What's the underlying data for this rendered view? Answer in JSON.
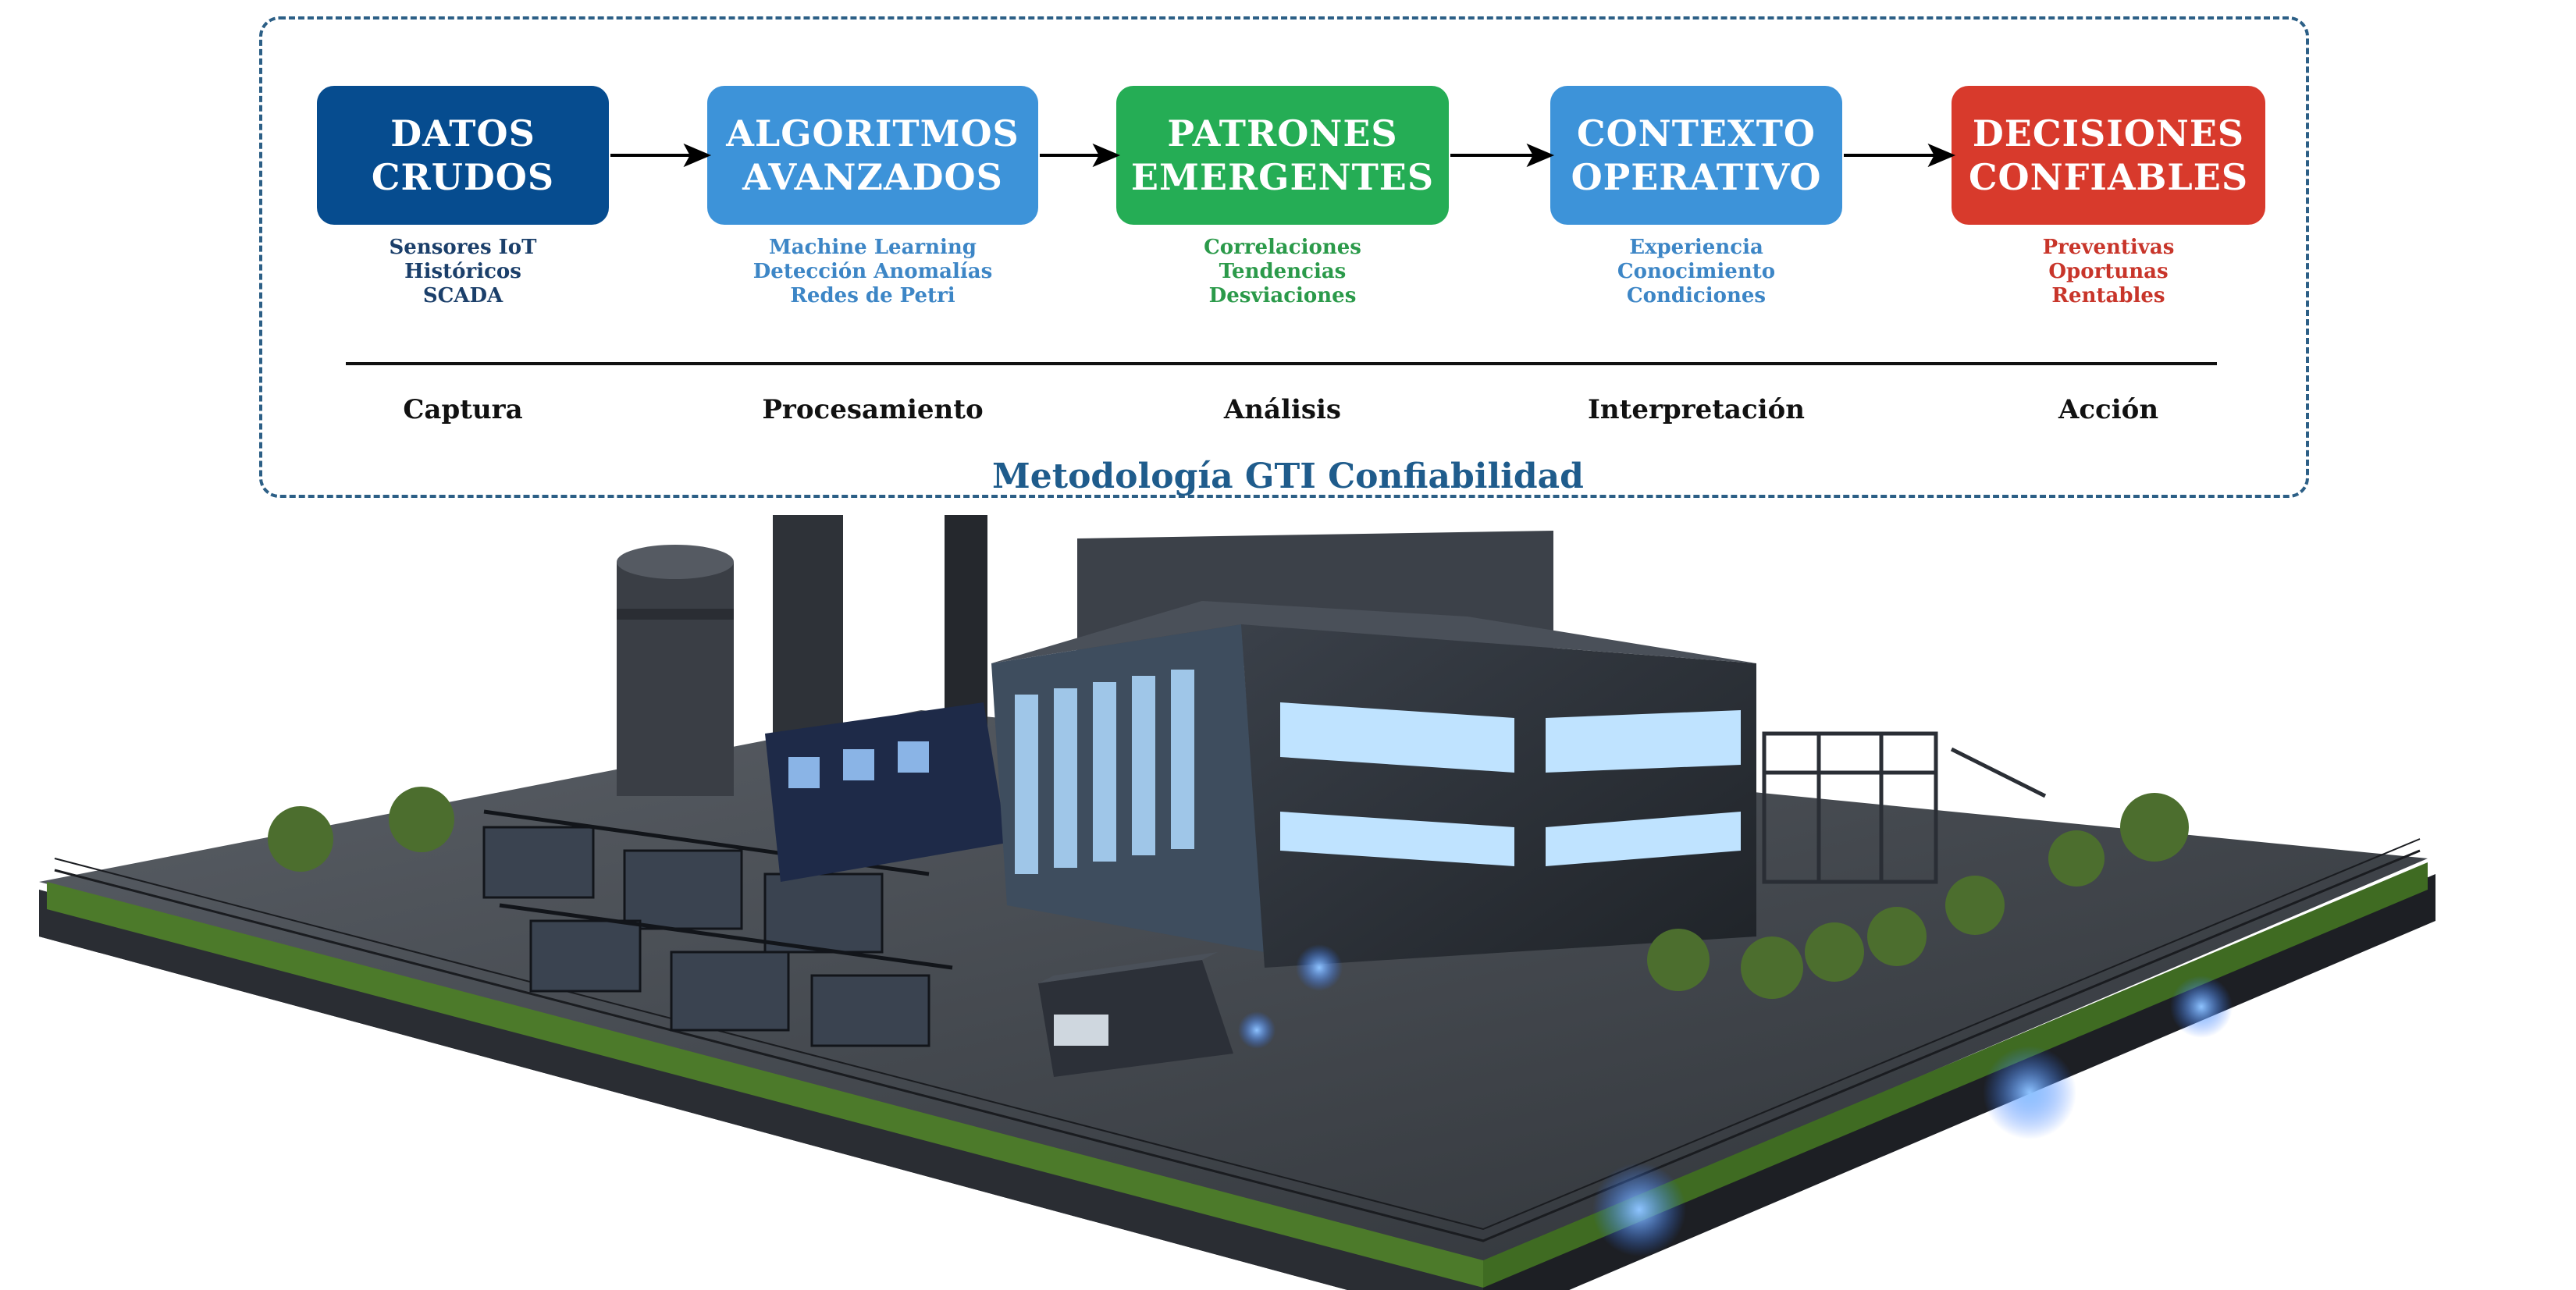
{
  "diagram": {
    "title": "Metodología GTI Confiabilidad",
    "stages": [
      {
        "box_lines": [
          "DATOS",
          "CRUDOS"
        ],
        "details": [
          "Sensores IoT",
          "Históricos",
          "SCADA"
        ],
        "phase": "Captura",
        "box_color": "#064c8f",
        "detail_color": "#1b3f6a"
      },
      {
        "box_lines": [
          "ALGORITMOS",
          "AVANZADOS"
        ],
        "details": [
          "Machine Learning",
          "Detección Anomalías",
          "Redes de Petri"
        ],
        "phase": "Procesamiento",
        "box_color": "#3d93d9",
        "detail_color": "#3d86c6"
      },
      {
        "box_lines": [
          "PATRONES",
          "EMERGENTES"
        ],
        "details": [
          "Correlaciones",
          "Tendencias",
          "Desviaciones"
        ],
        "phase": "Análisis",
        "box_color": "#25ad55",
        "detail_color": "#2b9a4a"
      },
      {
        "box_lines": [
          "CONTEXTO",
          "OPERATIVO"
        ],
        "details": [
          "Experiencia",
          "Conocimiento",
          "Condiciones"
        ],
        "phase": "Interpretación",
        "box_color": "#3d93d9",
        "detail_color": "#3d86c6"
      },
      {
        "box_lines": [
          "DECISIONES",
          "CONFIABLES"
        ],
        "details": [
          "Preventivas",
          "Oportunas",
          "Rentables"
        ],
        "phase": "Acción",
        "box_color": "#d83a2c",
        "detail_color": "#c8352a"
      }
    ]
  },
  "illustration": {
    "subject": "industrial-power-plant-3d-model",
    "colors": {
      "building": "#2b2f36",
      "glow": "#3d8bff",
      "grass": "#4c7a2a",
      "base": "#1d1f24"
    }
  }
}
